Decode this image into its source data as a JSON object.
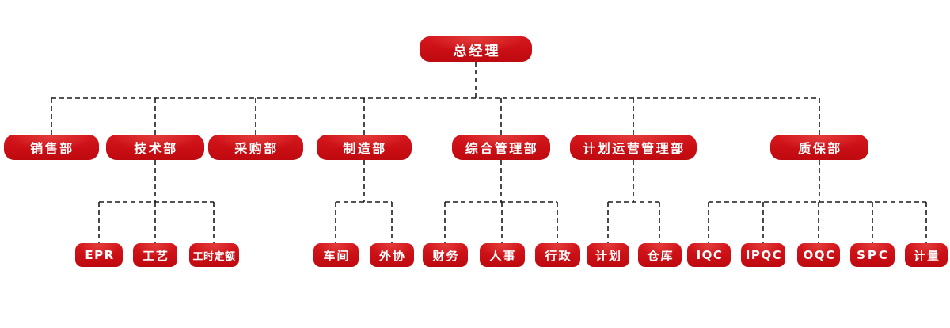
{
  "org": {
    "root": {
      "label": "总经理"
    },
    "departments": [
      {
        "label": "销售部",
        "children": []
      },
      {
        "label": "技术部",
        "children": [
          {
            "label": "EPR"
          },
          {
            "label": "工艺"
          },
          {
            "label": "工时定额"
          }
        ]
      },
      {
        "label": "采购部",
        "children": []
      },
      {
        "label": "制造部",
        "children": [
          {
            "label": "车间"
          },
          {
            "label": "外协"
          }
        ]
      },
      {
        "label": "综合管理部",
        "children": [
          {
            "label": "财务"
          },
          {
            "label": "人事"
          },
          {
            "label": "行政"
          }
        ]
      },
      {
        "label": "计划运营管理部",
        "children": [
          {
            "label": "计划"
          },
          {
            "label": "仓库"
          }
        ]
      },
      {
        "label": "质保部",
        "children": [
          {
            "label": "IQC"
          },
          {
            "label": "IPQC"
          },
          {
            "label": "OQC"
          },
          {
            "label": "SPC"
          },
          {
            "label": "计量"
          }
        ]
      }
    ]
  },
  "colors": {
    "background": "#ffffff",
    "node_fill": "#c80e14",
    "node_fill_highlight": "#e23a3a",
    "node_text": "#ffffff",
    "connector": "#1c1c1c"
  }
}
